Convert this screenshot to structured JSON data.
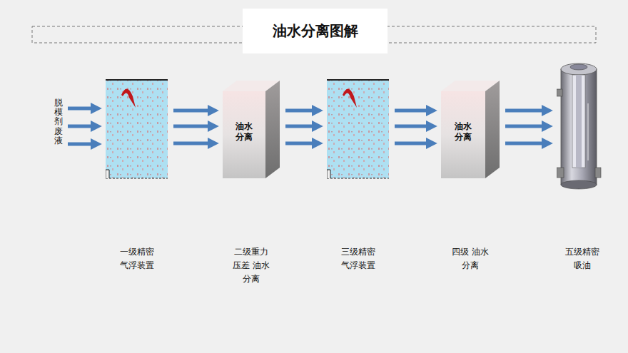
{
  "diagram": {
    "title": "油水分离图解",
    "nodes": [
      {
        "text": [
          "一级精密 气浮装置"
        ]
      },
      {
        "text": [
          "油水 分离",
          "二级重力 压差 油水分离"
        ]
      },
      {
        "text": [
          "三级精密 气浮装置"
        ]
      },
      {
        "text": [
          "油水 分离",
          "四级 油水分离"
        ]
      },
      {
        "text": [
          "五级精密 吸油"
        ]
      }
    ],
    "edges": [
      {
        "from": 0,
        "to": 1,
        "arrow": "to"
      },
      {
        "from": 1,
        "to": 2,
        "arrow": "to"
      },
      {
        "from": 2,
        "to": 3,
        "arrow": "to"
      },
      {
        "from": 3,
        "to": 4,
        "arrow": "to"
      }
    ],
    "labels": [
      "脱模剂废液"
    ]
  }
}
